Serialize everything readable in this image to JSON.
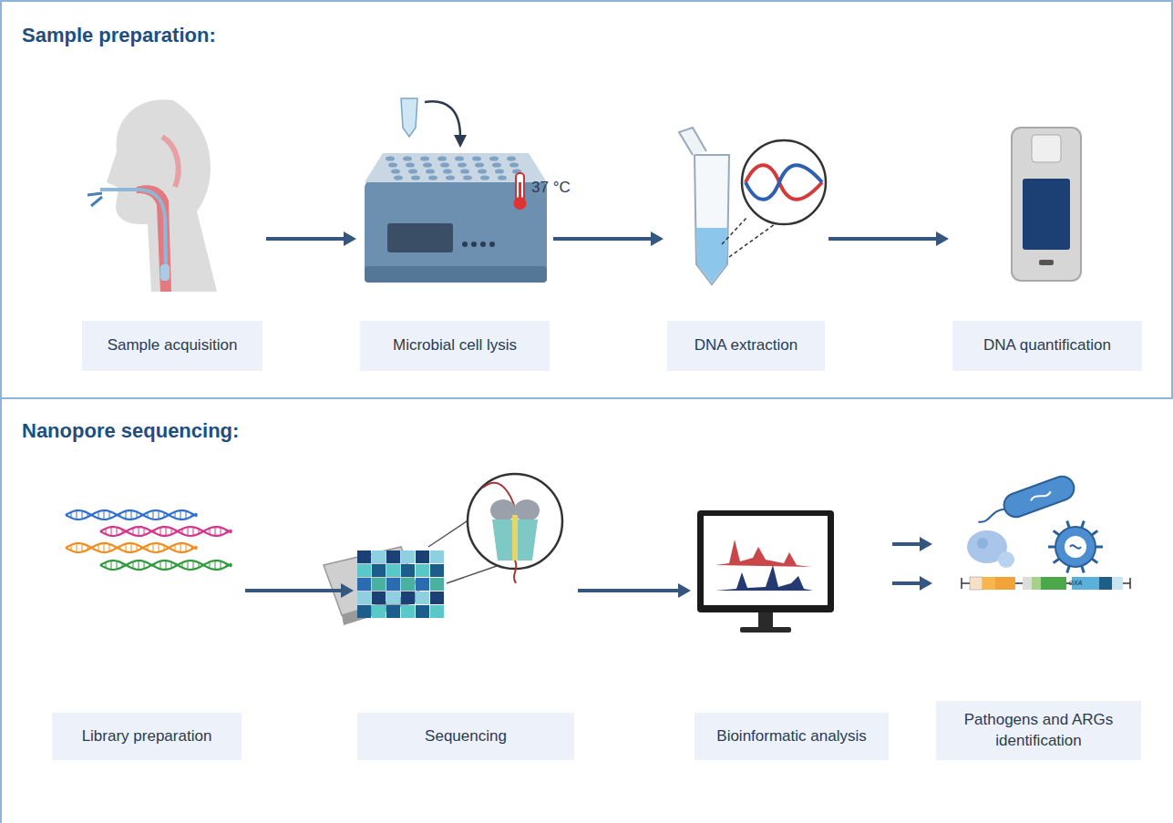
{
  "diagram": {
    "nodes": [
      {
        "text": [
          "Sample preparation:"
        ]
      },
      {
        "text": [
          "Sample acquisition"
        ],
        "in": 0
      },
      {
        "text": [
          "Microbial cell lysis"
        ],
        "in": 0
      },
      {
        "text": [
          "DNA extraction"
        ],
        "in": 0
      },
      {
        "text": [
          "DNA quantification"
        ],
        "in": 0
      },
      {
        "text": [
          "Nanopore sequencing:"
        ]
      },
      {
        "text": [
          "Library preparation"
        ],
        "in": 5
      },
      {
        "text": [
          "Sequencing"
        ],
        "in": 5
      },
      {
        "text": [
          "Bioinformatic analysis"
        ],
        "in": 5
      },
      {
        "text": [
          "Pathogens and ARGs identification"
        ],
        "in": 5
      }
    ],
    "edges": [
      {
        "from": 1,
        "to": 2,
        "arrow": "to"
      },
      {
        "from": 2,
        "to": 3,
        "arrow": "to"
      },
      {
        "from": 3,
        "to": 4,
        "arrow": "to"
      },
      {
        "from": 6,
        "to": 7,
        "arrow": "to"
      },
      {
        "from": 7,
        "to": 8,
        "arrow": "to"
      },
      {
        "from": 8,
        "to": 9,
        "arrow": "to"
      },
      {
        "from": 8,
        "to": 9,
        "arrow": "to"
      }
    ],
    "labels": [
      "37 °C",
      "OXA"
    ]
  }
}
